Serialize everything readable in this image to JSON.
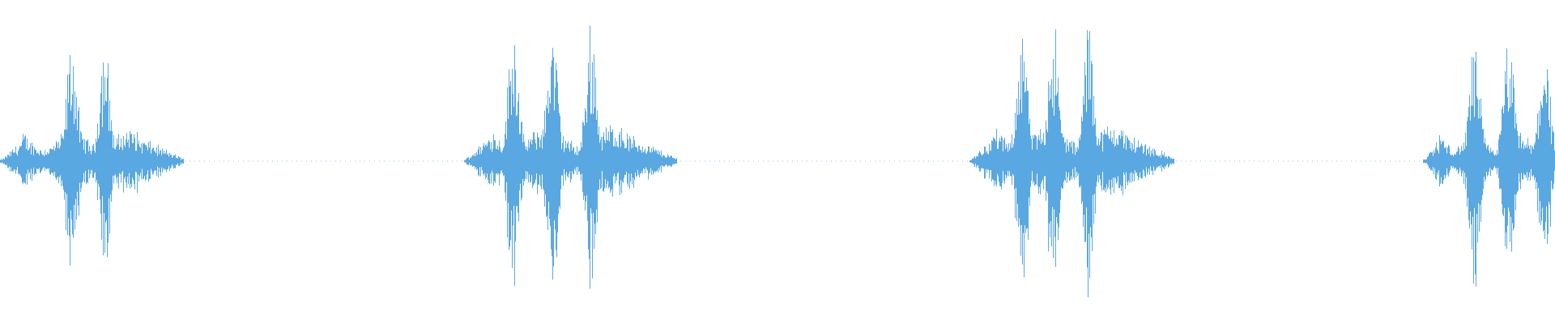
{
  "waveform": {
    "color": "#5aa8e2",
    "background": "#ffffff",
    "bursts": [
      {
        "id": "burst-1",
        "start": 0.0,
        "end": 0.118,
        "peak": 0.62,
        "spikes": [
          0.046,
          0.067
        ]
      },
      {
        "id": "burst-2",
        "start": 0.298,
        "end": 0.435,
        "peak": 0.72,
        "spikes": [
          0.33,
          0.355,
          0.38
        ]
      },
      {
        "id": "burst-3",
        "start": 0.623,
        "end": 0.755,
        "peak": 0.73,
        "spikes": [
          0.657,
          0.677,
          0.7
        ]
      },
      {
        "id": "burst-4",
        "start": 0.915,
        "end": 1.0,
        "peak": 0.62,
        "spikes": [
          0.948,
          0.97,
          0.993
        ]
      }
    ]
  }
}
